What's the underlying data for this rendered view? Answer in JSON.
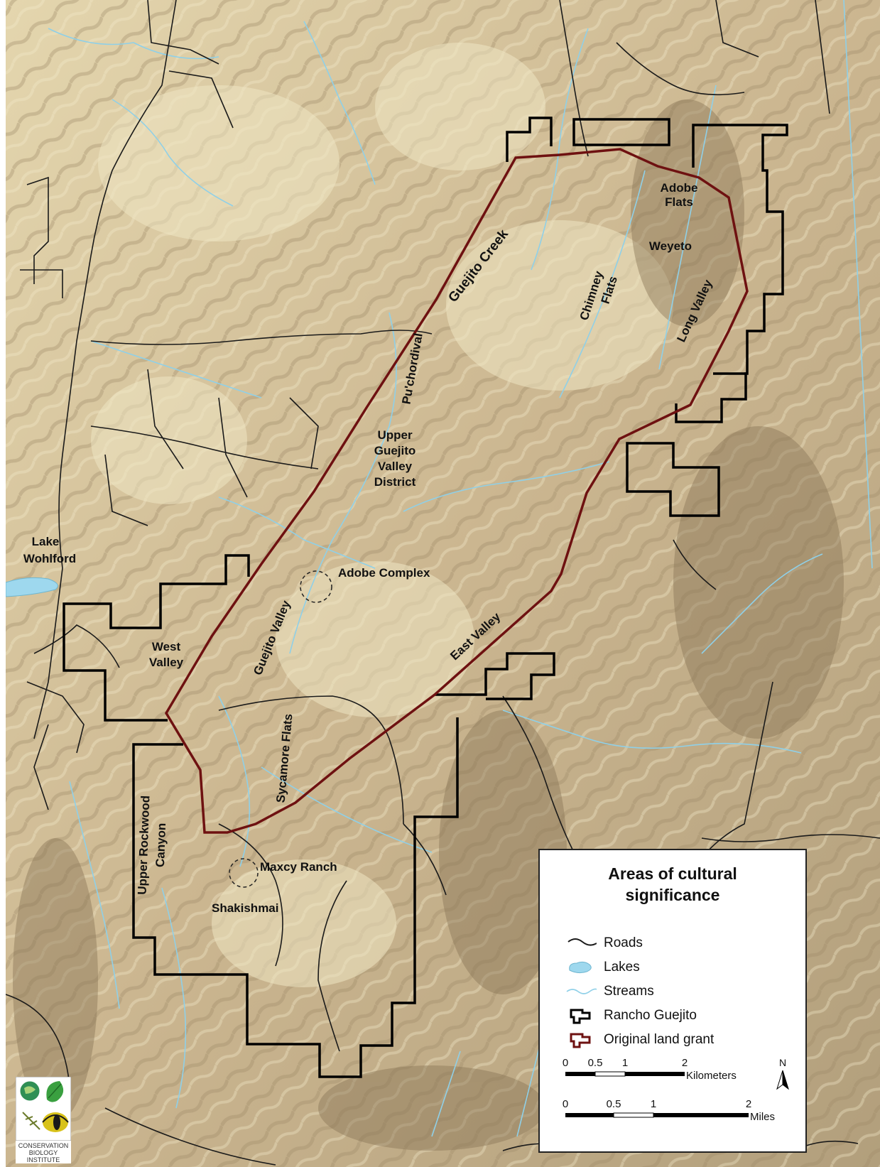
{
  "labels": {
    "adobe_flats": [
      "Adobe",
      "Flats"
    ],
    "weyeto": "Weyeto",
    "chimney_flats": [
      "Chimney",
      "Flats"
    ],
    "long_valley": "Long Valley",
    "guejito_creek": "Guejito Creek",
    "puchordival": "Pu'chordival",
    "upper_guejito": [
      "Upper",
      "Guejito",
      "Valley",
      "District"
    ],
    "lake_wohlford": [
      "Lake",
      "Wohlford"
    ],
    "adobe_complex": "Adobe Complex",
    "guejito_valley": "Guejito Valley",
    "east_valley": "East Valley",
    "west_valley": [
      "West",
      "Valley"
    ],
    "sycamore_flats": "Sycamore Flats",
    "upper_rockwood": [
      "Upper Rockwood",
      "Canyon"
    ],
    "maxcy_ranch": "Maxcy Ranch",
    "shakishmai": "Shakishmai"
  },
  "legend": {
    "title": [
      "Areas of cultural",
      "significance"
    ],
    "items": [
      {
        "label": "Roads",
        "icon": "road-line-icon"
      },
      {
        "label": "Lakes",
        "icon": "lake-shape-icon"
      },
      {
        "label": "Streams",
        "icon": "stream-line-icon"
      },
      {
        "label": "Rancho Guejito",
        "icon": "rancho-boundary-icon"
      },
      {
        "label": "Original land grant",
        "icon": "land-grant-boundary-icon"
      }
    ]
  },
  "scale": {
    "km_ticks": [
      "0",
      "0.5",
      "1",
      "2"
    ],
    "km_unit": "Kilometers",
    "mi_ticks": [
      "0",
      "0.5",
      "1",
      "2"
    ],
    "mi_unit": "Miles",
    "north": "N"
  },
  "logo": {
    "text": [
      "CONSERVATION",
      "BIOLOGY",
      "INSTITUTE"
    ]
  },
  "colors": {
    "terrain": "#c9b48f",
    "terrain_light": "#e8dcb4",
    "terrain_shadow": "#8e7c5e",
    "streams": "#8fd0e8",
    "lake": "#9ed8ee",
    "roads": "#1a1a1a",
    "rancho_guejito": "#000000",
    "original_land_grant": "#6e1111"
  }
}
